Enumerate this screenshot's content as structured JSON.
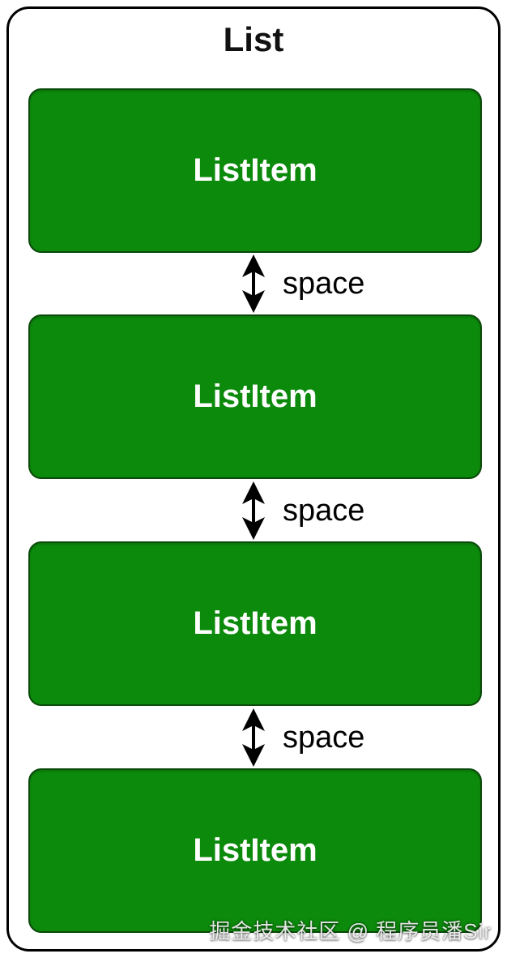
{
  "diagram": {
    "title": "List",
    "items": [
      {
        "label": "ListItem"
      },
      {
        "label": "ListItem"
      },
      {
        "label": "ListItem"
      },
      {
        "label": "ListItem"
      }
    ],
    "spacers": [
      {
        "label": "space"
      },
      {
        "label": "space"
      },
      {
        "label": "space"
      }
    ],
    "icons": {
      "spacer_arrow": "double-headed-vertical-arrow"
    },
    "colors": {
      "item_fill": "#0c8a0c",
      "item_border": "#0a4a0a",
      "item_text": "#ffffff",
      "container_border": "#000000",
      "label_text": "#000000",
      "background": "#ffffff"
    },
    "watermark": "掘金技术社区 @ 程序员潘Sir"
  }
}
